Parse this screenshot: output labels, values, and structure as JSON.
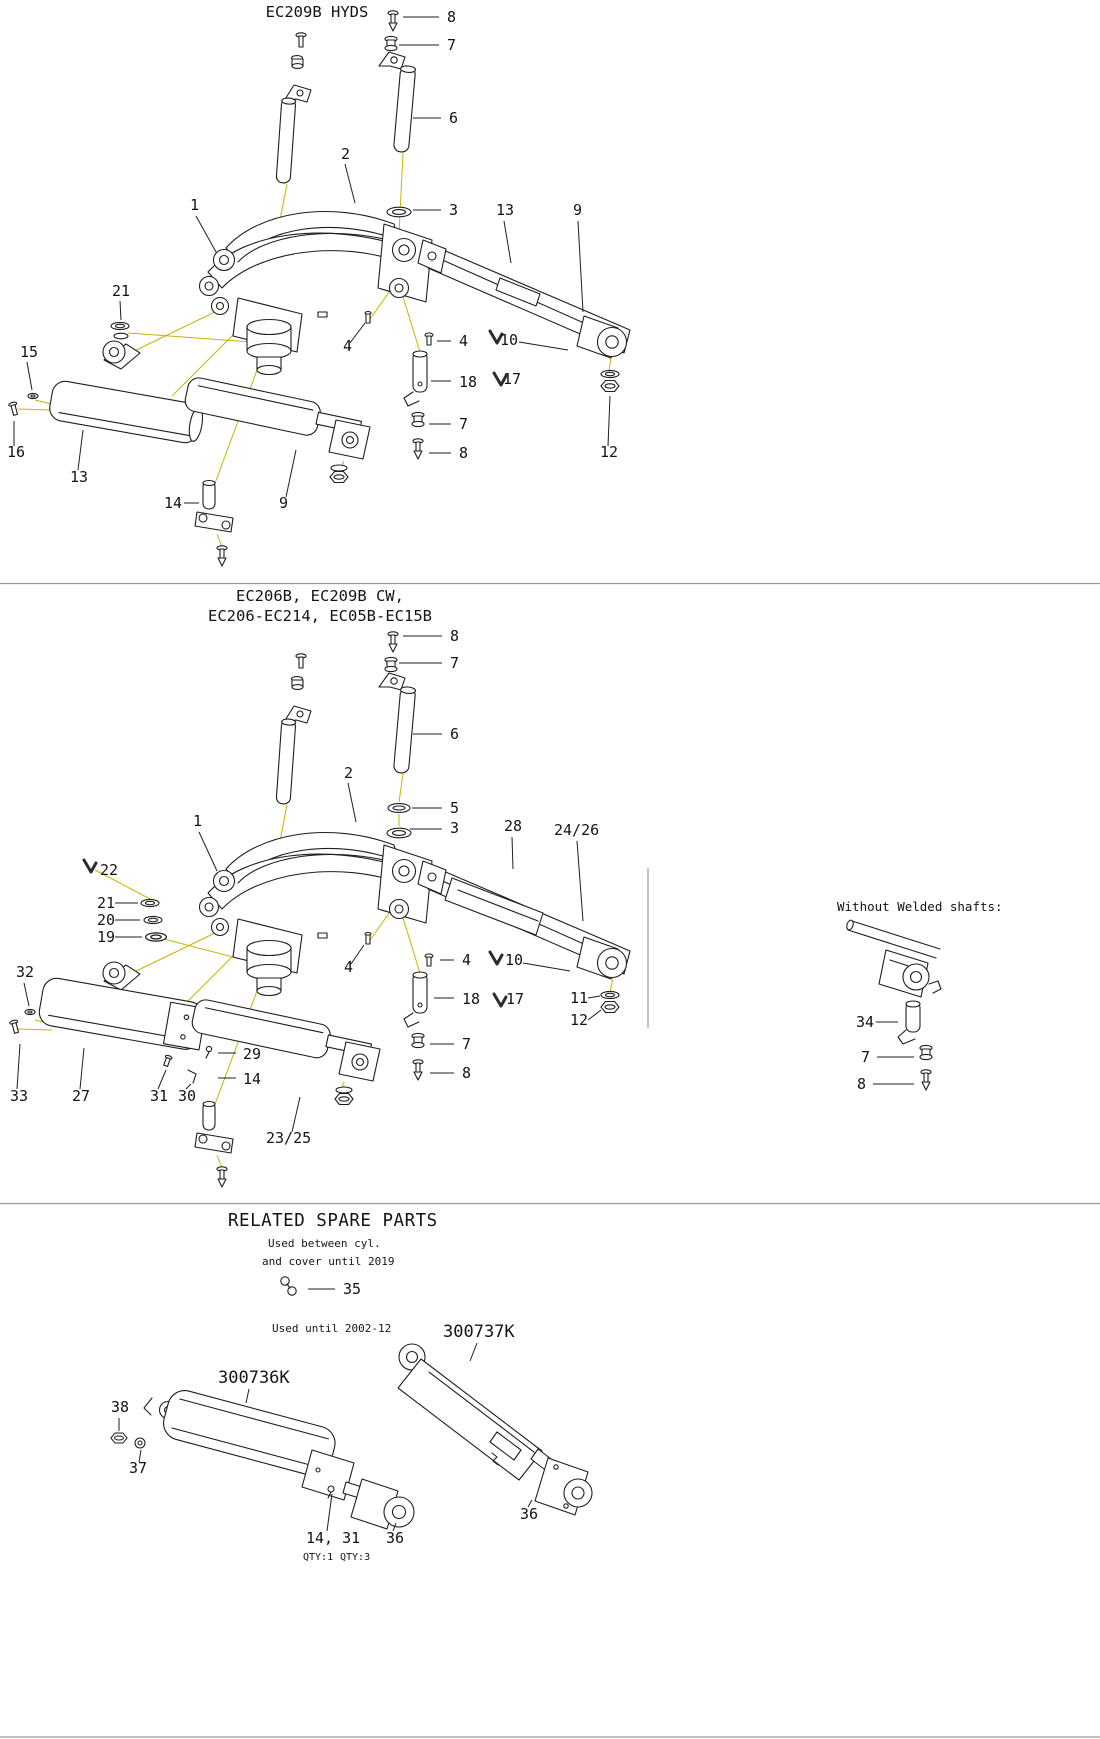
{
  "colors": {
    "leader_line": "#c9b400",
    "line_art": "#1e1e1e",
    "background": "#ffffff"
  },
  "top": {
    "title": "EC209B HYDS",
    "labels": {
      "n8_top": "8",
      "n7_top": "7",
      "n6": "6",
      "n2": "2",
      "n1": "1",
      "n3": "3",
      "n13_arm": "13",
      "n9_arm": "9",
      "n21": "21",
      "n4_left": "4",
      "n4_right": "4",
      "n10": "10",
      "n15": "15",
      "n18": "18",
      "n17": "17",
      "n16": "16",
      "n13_cyl": "13",
      "n7_mid": "7",
      "n8_mid": "8",
      "n14": "14",
      "n9_cyl": "9",
      "n12": "12"
    }
  },
  "middle": {
    "title_line1": "EC206B, EC209B CW,",
    "title_line2": "EC206-EC214, EC05B-EC15B",
    "labels": {
      "n8_top": "8",
      "n7_top": "7",
      "n6": "6",
      "n2": "2",
      "n5": "5",
      "n3": "3",
      "n1": "1",
      "n28": "28",
      "n24_26": "24/26",
      "n22": "22",
      "n21": "21",
      "n20": "20",
      "n19": "19",
      "n4_left": "4",
      "n4_right": "4",
      "n10": "10",
      "n32": "32",
      "n18": "18",
      "n17": "17",
      "n11": "11",
      "n12": "12",
      "n29": "29",
      "n14": "14",
      "n33": "33",
      "n27": "27",
      "n31": "31",
      "n30": "30",
      "n7_mid": "7",
      "n8_mid": "8",
      "n23_25": "23/25"
    },
    "inset": {
      "note": "Without Welded shafts:",
      "n34": "34",
      "n7": "7",
      "n8": "8"
    }
  },
  "bottom": {
    "title": "RELATED SPARE PARTS",
    "note_cyl_line1": "Used between cyl.",
    "note_cyl_line2": "and cover until 2019",
    "n35": "35",
    "note_until": "Used until 2002-12",
    "part_left": "300736K",
    "part_right": "300737K",
    "n38": "38",
    "n37": "37",
    "n14_31": "14, 31",
    "qty1": "QTY:1",
    "qty2": "QTY:3",
    "n36_left": "36",
    "n36_right": "36"
  }
}
